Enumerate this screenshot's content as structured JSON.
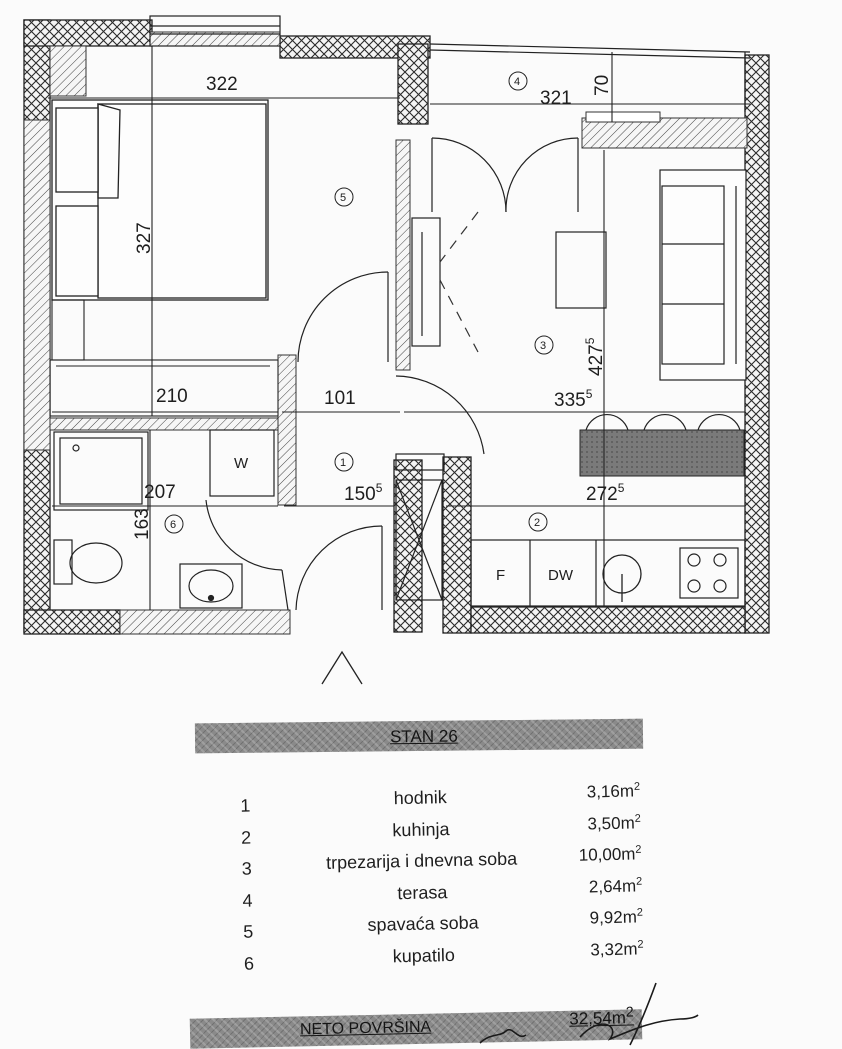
{
  "plan": {
    "room_markers": [
      "1",
      "2",
      "3",
      "4",
      "5",
      "6"
    ],
    "dimensions": {
      "bedroom_width": "322",
      "terrace_width": "321",
      "terrace_depth": "70",
      "bedroom_depth": "327",
      "living_depth": "427",
      "living_depth_sup": "5",
      "closet_width": "210",
      "hall_width": "101",
      "living_width": "335",
      "living_width_sup": "5",
      "bath_width": "207",
      "bath_depth": "163",
      "hall_depth": "150",
      "hall_depth_sup": "5",
      "kitchen_width": "272",
      "kitchen_width_sup": "5"
    },
    "appliances": {
      "washer": "W",
      "fridge": "F",
      "dishwasher": "DW"
    }
  },
  "apartment_title": "STAN 26",
  "rooms": [
    {
      "no": "1",
      "name": "hodnik",
      "area": "3,16m",
      "unit_exp": "2"
    },
    {
      "no": "2",
      "name": "kuhinja",
      "area": "3,50m",
      "unit_exp": "2"
    },
    {
      "no": "3",
      "name": "trpezarija i dnevna soba",
      "area": "10,00m",
      "unit_exp": "2"
    },
    {
      "no": "4",
      "name": "terasa",
      "area": "2,64m",
      "unit_exp": "2"
    },
    {
      "no": "5",
      "name": "spavaća soba",
      "area": "9,92m",
      "unit_exp": "2"
    },
    {
      "no": "6",
      "name": "kupatilo",
      "area": "3,32m",
      "unit_exp": "2"
    }
  ],
  "total": {
    "label": "NETO POVRŠINA",
    "value": "32,54m",
    "unit_exp": "2"
  }
}
